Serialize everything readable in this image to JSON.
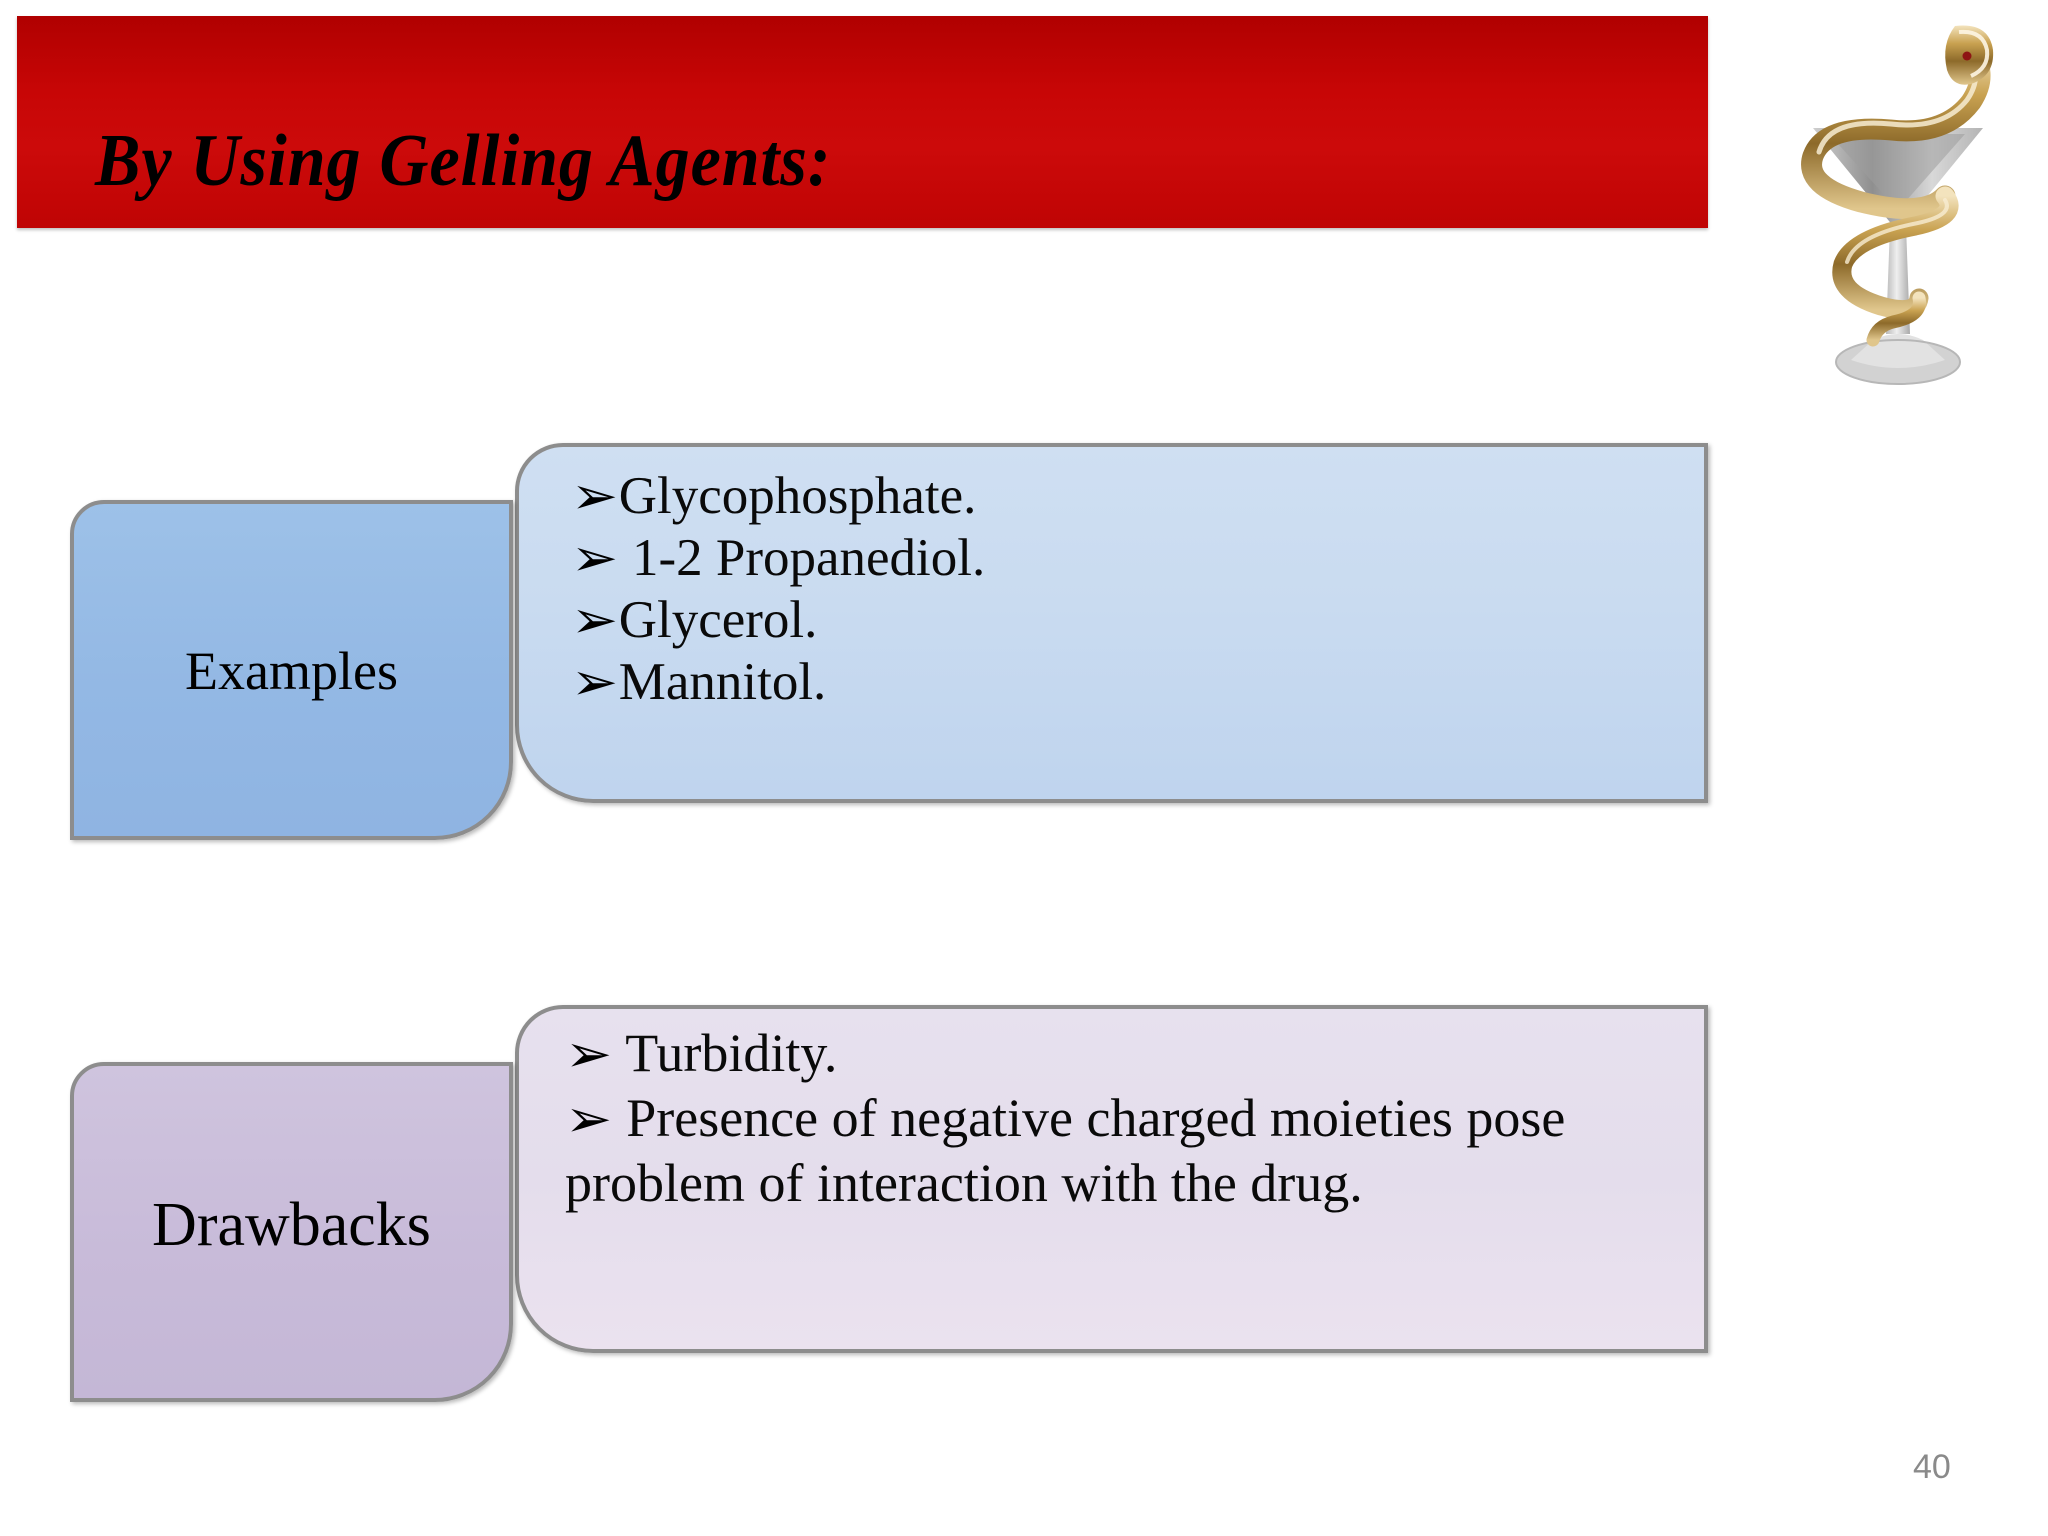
{
  "slide": {
    "title": "By Using Gelling Agents:",
    "page_number": "40",
    "logo_icon": "bowl-of-hygieia-icon",
    "colors": {
      "title_band": "#c70606",
      "examples_label_fill": "#95baE5",
      "examples_content_fill": "#cbdcf1",
      "drawbacks_label_fill": "#c9bcd9",
      "drawbacks_content_fill": "#e6dfed",
      "shape_border": "#8d8d8d",
      "page_number_color": "#8a8a8a"
    }
  },
  "rows": [
    {
      "label": "Examples",
      "bullet_glyph": "➢",
      "items": [
        "Glycophosphate.",
        " 1-2 Propanediol.",
        "Glycerol.",
        "Mannitol."
      ]
    },
    {
      "label": "Drawbacks",
      "bullet_glyph": "➢",
      "items": [
        " Turbidity.",
        " Presence of negative charged moieties pose problem of interaction with the drug."
      ]
    }
  ]
}
